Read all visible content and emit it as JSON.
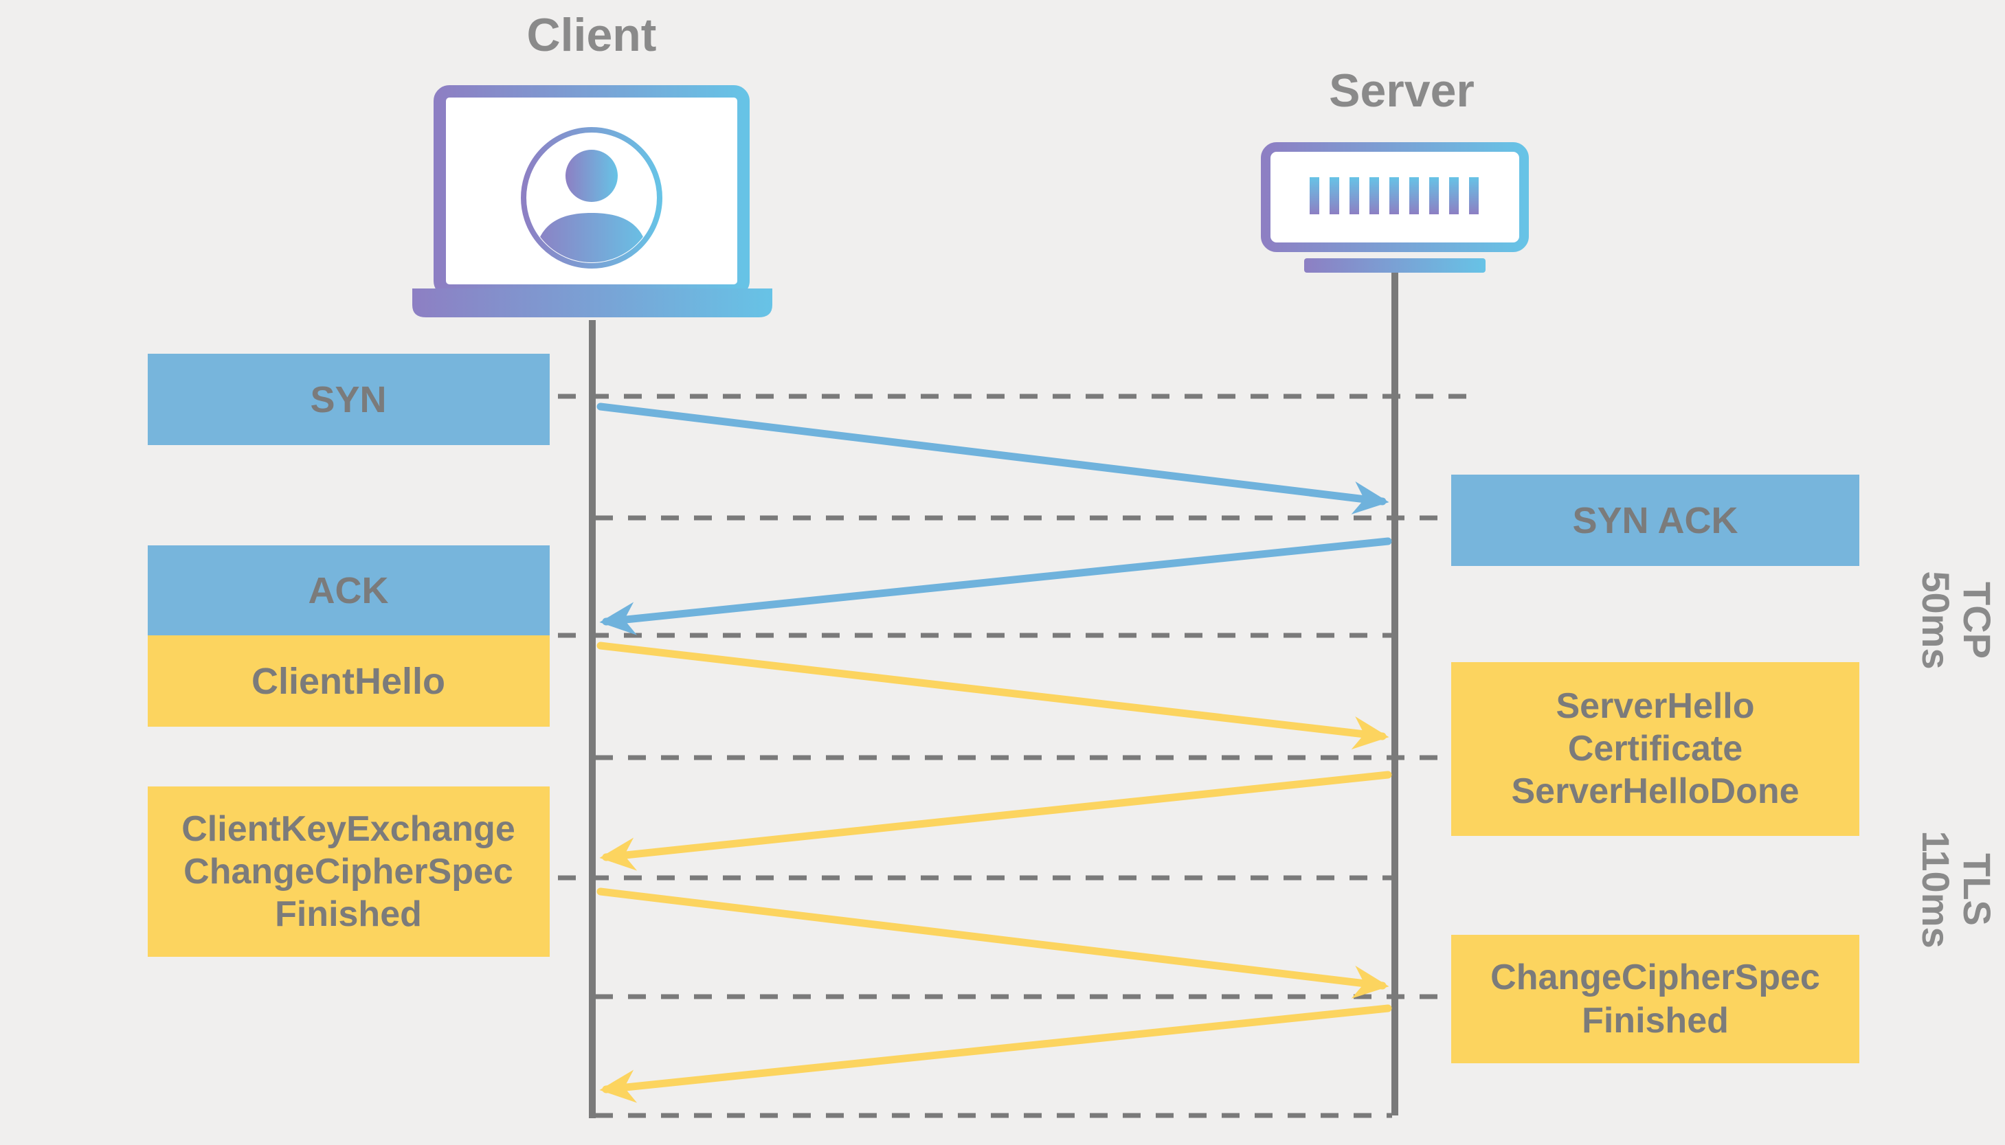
{
  "background": "#f0efee",
  "colors": {
    "message_blue": "#77b5dc",
    "message_yellow": "#fcd45f",
    "arrow_blue": "#6fb2dc",
    "arrow_yellow": "#fcd45f",
    "label_gray": "#7b7b7b",
    "header_gray": "#8a8a8a",
    "line_gray": "#7a7a7a",
    "gradient_purple": "#8d7fc3",
    "gradient_cyan": "#67c3e6"
  },
  "actors": {
    "client": {
      "label": "Client"
    },
    "server": {
      "label": "Server"
    }
  },
  "messages": {
    "syn": {
      "label": "SYN",
      "direction": "client-to-server"
    },
    "syn_ack": {
      "label": "SYN ACK",
      "direction": "server-to-client"
    },
    "ack": {
      "label": "ACK",
      "direction": "client-to-server"
    },
    "client_hello": {
      "label": "ClientHello",
      "direction": "client-to-server"
    },
    "server_hello": {
      "lines": [
        "ServerHello",
        "Certificate",
        "ServerHelloDone"
      ],
      "direction": "server-to-client"
    },
    "client_key_exchange": {
      "lines": [
        "ClientKeyExchange",
        "ChangeCipherSpec",
        "Finished"
      ],
      "direction": "client-to-server"
    },
    "change_cipher_spec": {
      "lines": [
        "ChangeCipherSpec",
        "Finished"
      ],
      "direction": "server-to-client"
    }
  },
  "phases": {
    "tcp": {
      "protocol": "TCP",
      "latency": "50ms"
    },
    "tls": {
      "protocol": "TLS",
      "latency": "110ms"
    }
  }
}
